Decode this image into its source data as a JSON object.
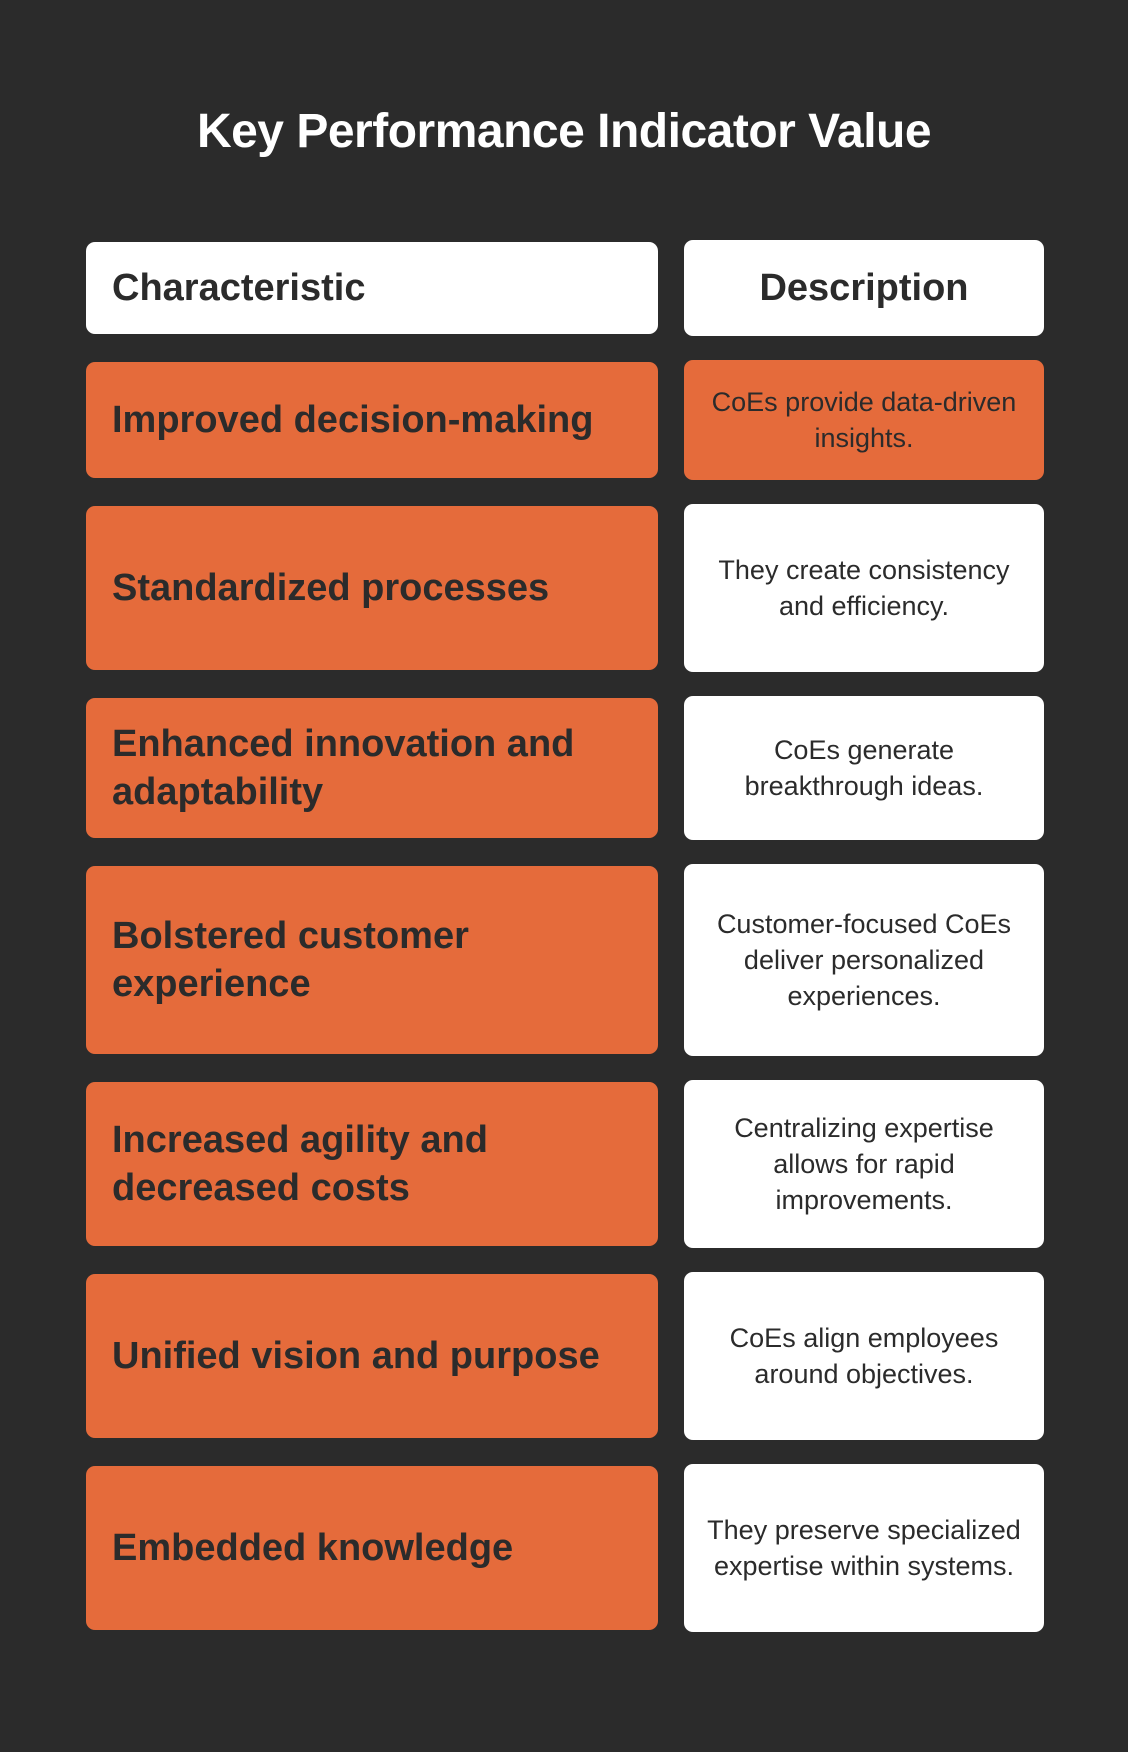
{
  "title": "Key Performance Indicator Value",
  "header": {
    "characteristic": "Characteristic",
    "description": "Description"
  },
  "rows": [
    {
      "characteristic": "Improved decision-making",
      "description": "CoEs provide data-driven insights."
    },
    {
      "characteristic": "Standardized processes",
      "description": "They create consistency and efficiency."
    },
    {
      "characteristic": "Enhanced innovation and adaptability",
      "description": "CoEs generate breakthrough ideas."
    },
    {
      "characteristic": "Bolstered customer experience",
      "description": "Customer-focused CoEs deliver personalized experiences."
    },
    {
      "characteristic": "Increased agility and decreased costs",
      "description": "Centralizing expertise allows for rapid improvements."
    },
    {
      "characteristic": "Unified vision and purpose",
      "description": "CoEs align employees around objectives."
    },
    {
      "characteristic": "Embedded knowledge",
      "description": "They preserve specialized expertise within systems."
    }
  ],
  "colors": {
    "background": "#2b2b2b",
    "accent": "#e56b3b",
    "card": "#ffffff",
    "text": "#2b2b2b"
  }
}
